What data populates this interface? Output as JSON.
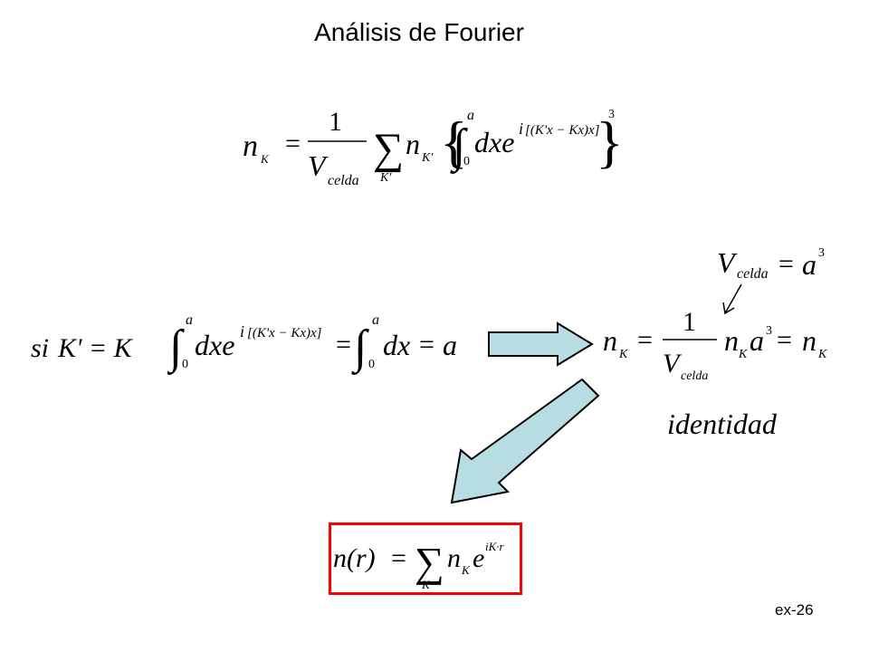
{
  "slide": {
    "title": "Análisis de Fourier",
    "slide_number": "ex-26"
  },
  "equations": {
    "fourier_coefficient": {
      "lhs_symbol": "n",
      "lhs_sub": "K",
      "eq": "=",
      "frac_num": "1",
      "frac_den": "V",
      "frac_den_sub": "celda",
      "sum": "∑",
      "sum_sub": "K'",
      "term": "n",
      "term_sub": "K'",
      "brace_open": "{",
      "int_upper": "a",
      "int_lower": "0",
      "integrand": "dxe",
      "exp_i": "i",
      "exp_body": "[(K'x − Kx)x]",
      "brace_close": "}",
      "power": "3"
    },
    "condition": {
      "text_si": "si",
      "text_k": "K' = K"
    },
    "integral_identity": {
      "int_upper": "a",
      "int_lower": "0",
      "integrand": "dxe",
      "exp_i": "i",
      "exp_body": "[(K'x − Kx)x]",
      "eq1": "=",
      "int2_upper": "a",
      "int2_lower": "0",
      "integrand2": "dx",
      "eq2": "=",
      "result": "a"
    },
    "volume": {
      "lhs": "V",
      "lhs_sub": "celda",
      "eq": "=",
      "rhs": "a",
      "power": "3"
    },
    "identity_check": {
      "lhs": "n",
      "lhs_sub": "K",
      "eq1": "=",
      "frac_num": "1",
      "frac_den": "V",
      "frac_den_sub": "celda",
      "term": "n",
      "term_sub": "K",
      "a": "a",
      "power": "3",
      "eq2": "=",
      "rhs": "n",
      "rhs_sub": "K"
    },
    "identity_label": "identidad",
    "density_expansion": {
      "lhs": "n(r)",
      "eq": "=",
      "sum": "∑",
      "sum_sub": "K",
      "term": "n",
      "term_sub": "K",
      "exp_base": "e",
      "exp_body": "iK·r"
    }
  },
  "colors": {
    "arrow_fill": "#b7dde3",
    "arrow_stroke": "#000000",
    "highlight_box": "#ff0000"
  }
}
